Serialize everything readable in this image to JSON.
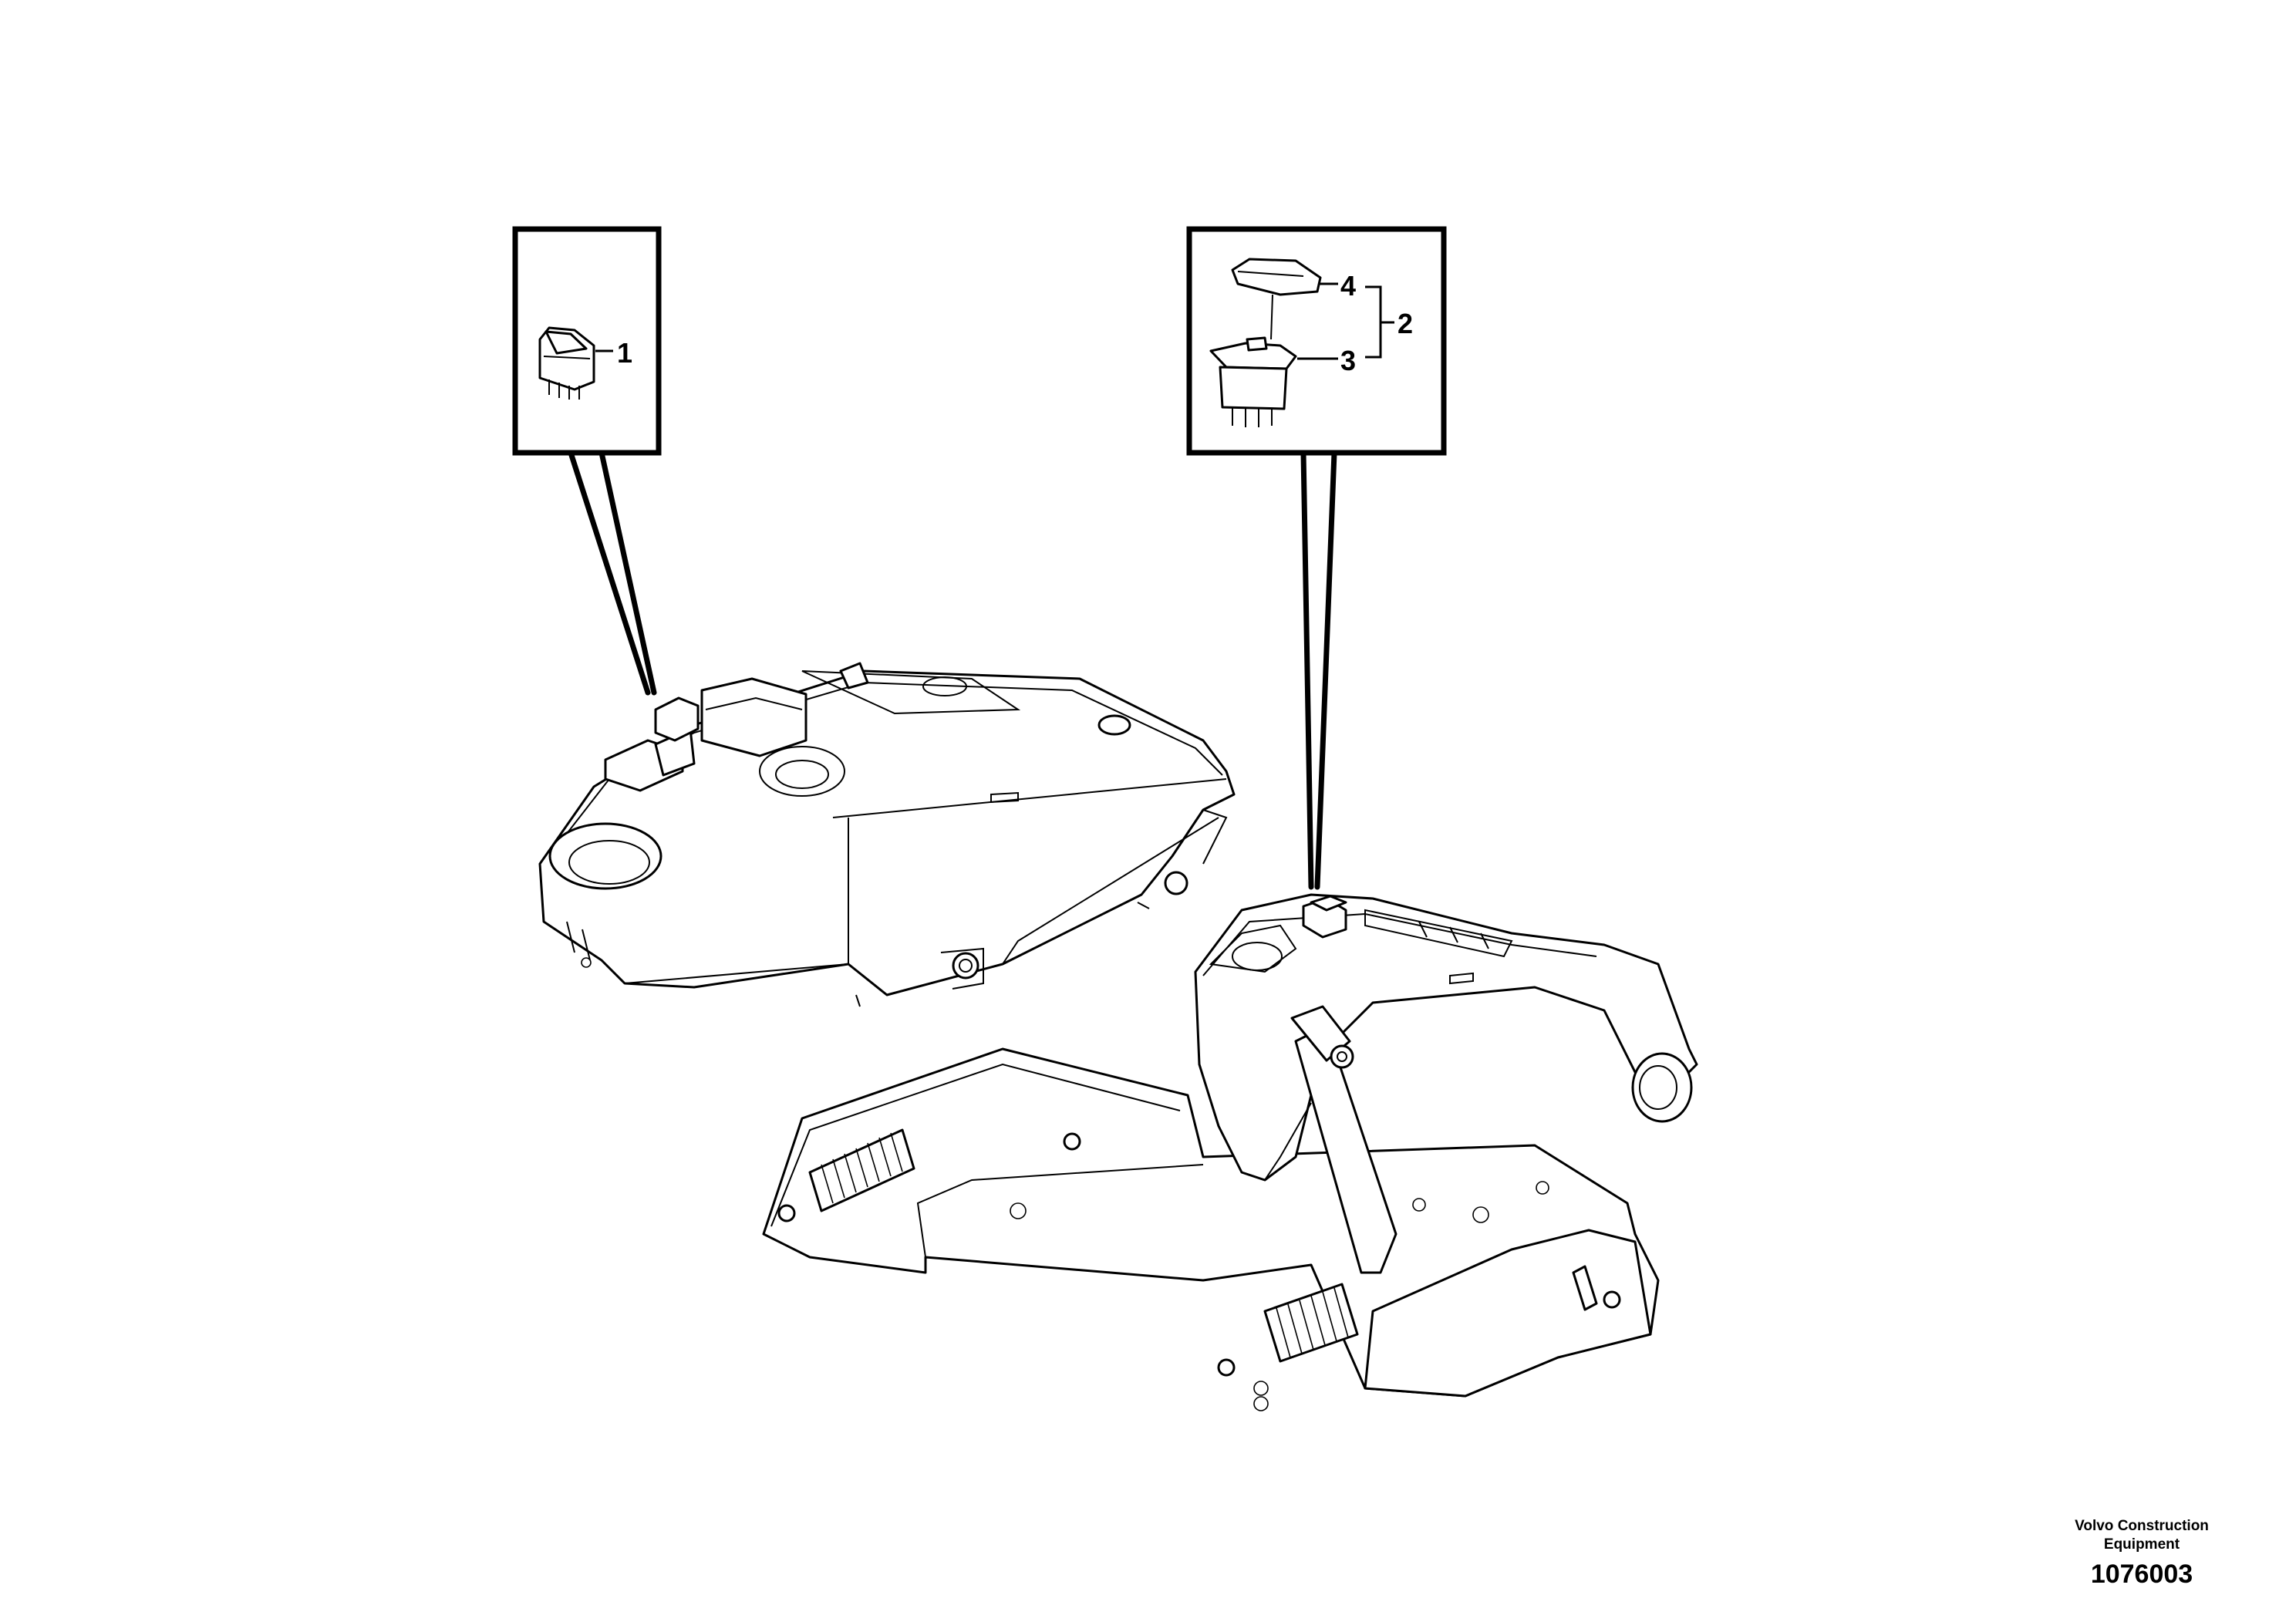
{
  "callouts": {
    "left": {
      "part_label": "1"
    },
    "right": {
      "label_cover": "4",
      "label_switch": "3",
      "label_assembly": "2"
    }
  },
  "footer": {
    "company_line1": "Volvo Construction",
    "company_line2": "Equipment",
    "drawing_number": "1076003"
  },
  "colors": {
    "ink": "#000000",
    "paper": "#ffffff"
  }
}
